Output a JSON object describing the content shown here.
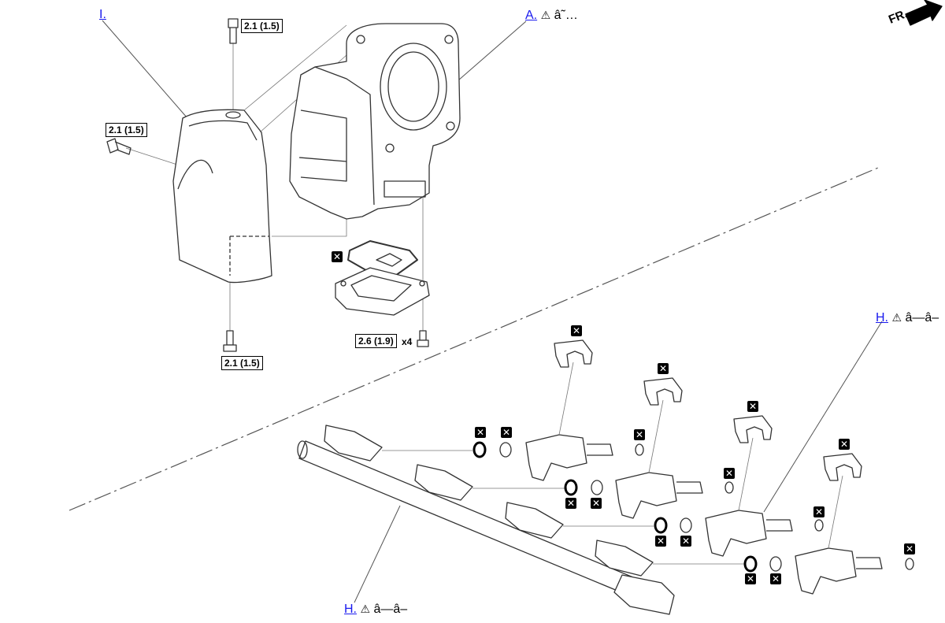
{
  "callouts": {
    "throttle_body": {
      "label": "A.",
      "suffix": "â˜…"
    },
    "cover": {
      "label": "I."
    },
    "injector": {
      "label": "H.",
      "suffix": "â—â–"
    },
    "fuel_rail": {
      "label": "H.",
      "suffix": "â—â–"
    }
  },
  "torque": {
    "cover_top_bolt": "2.1 (1.5)",
    "cover_side_bolt": "2.1 (1.5)",
    "cover_bottom_bolt": "2.1 (1.5)",
    "throttle_body_bolts": "2.6 (1.9)",
    "throttle_body_bolts_qty": "x4"
  },
  "direction": {
    "label": "FR."
  },
  "icons": {
    "warning": "warning-triangle-icon",
    "replace": "x-box-icon"
  },
  "colors": {
    "line": "#555555",
    "link": "#1a1aee",
    "part_outline": "#333333"
  }
}
